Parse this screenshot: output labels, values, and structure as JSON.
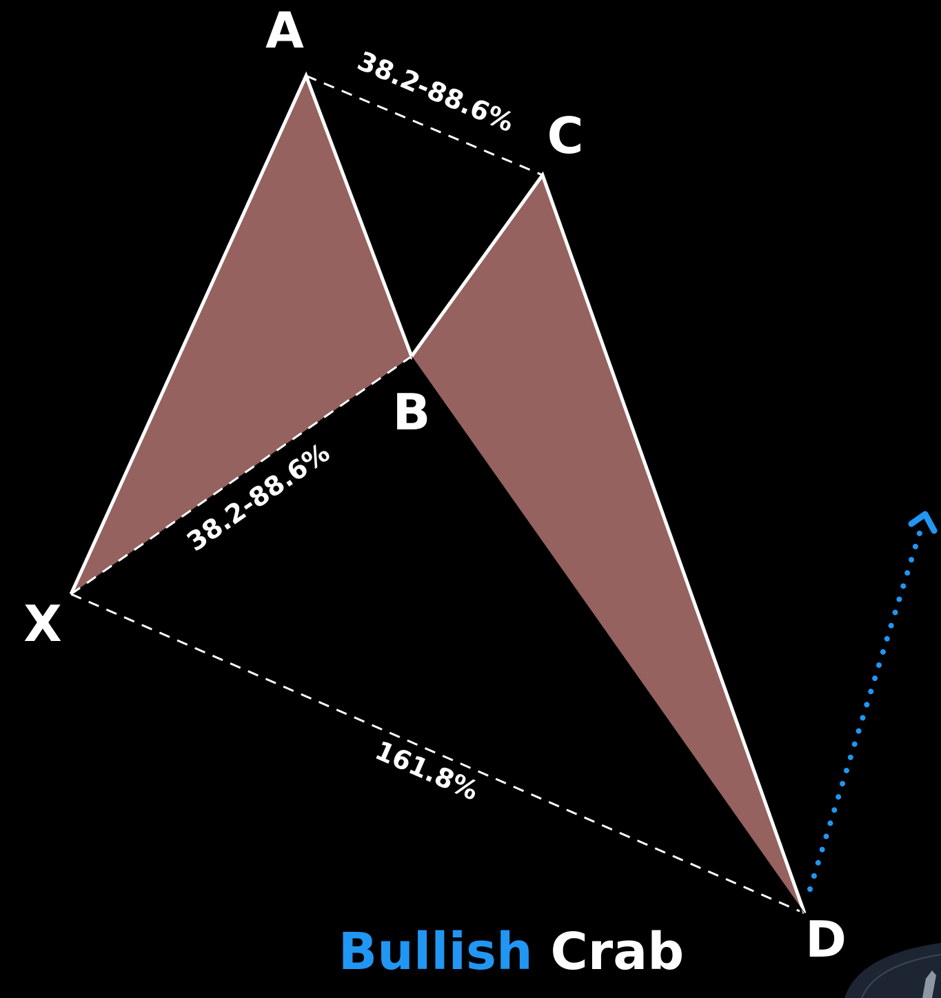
{
  "points": {
    "X": "X",
    "A": "A",
    "B": "B",
    "C": "C",
    "D": "D"
  },
  "ratios": {
    "ac": "38.2-88.6%",
    "xb": "38.2-88.6%",
    "xd": "161.8%"
  },
  "title": {
    "word1": "Bullish",
    "word2": "Crab"
  },
  "colors": {
    "background": "#000000",
    "fill": "#956260",
    "line": "#ffffff",
    "accent": "#2196f3"
  },
  "icons": {
    "arrow": "dotted-up-arrow",
    "corner": "watermark-corner"
  }
}
